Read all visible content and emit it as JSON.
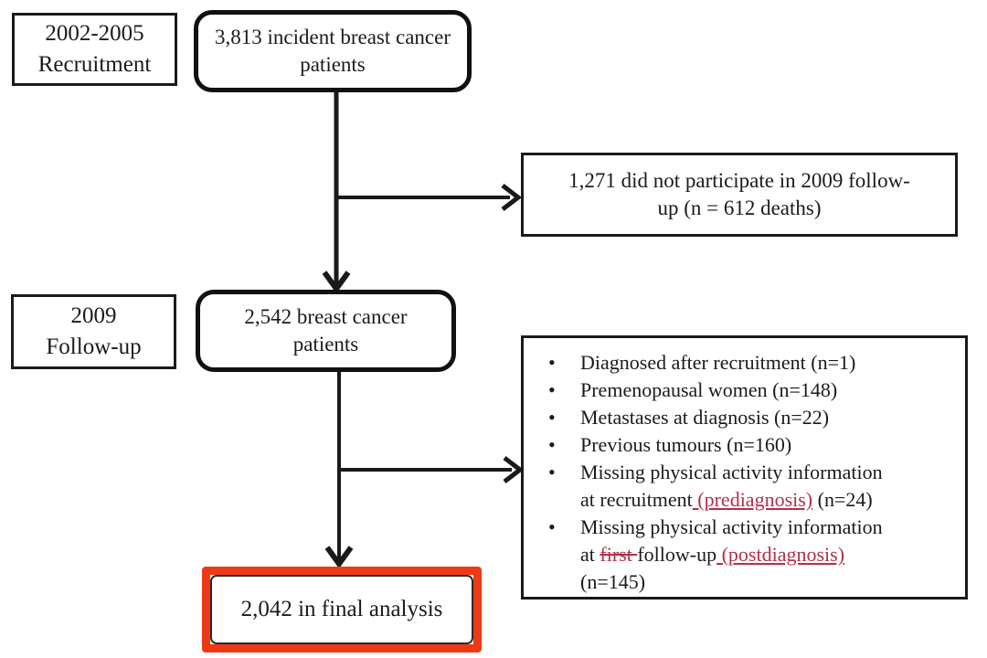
{
  "flowchart": {
    "stages": [
      {
        "label": "2002-2005\nRecruitment"
      },
      {
        "label": "2009\nFollow-up"
      }
    ],
    "nodes": {
      "recruited": "3,813 incident breast cancer patients",
      "excluded_followup": "1,271 did not participate in 2009 follow-\nup (n = 612 deaths)",
      "followup": "2,542 breast cancer patients",
      "final": "2,042 in final analysis"
    },
    "exclusion_list": {
      "bullet_glyph": "•",
      "items": [
        {
          "segments": [
            {
              "t": "Diagnosed after recruitment (n=1)",
              "s": "normal"
            }
          ]
        },
        {
          "segments": [
            {
              "t": "Premenopausal women (n=148)",
              "s": "normal"
            }
          ]
        },
        {
          "segments": [
            {
              "t": "Metastases at diagnosis (n=22)",
              "s": "normal"
            }
          ]
        },
        {
          "segments": [
            {
              "t": "Previous tumours (n=160)",
              "s": "normal"
            }
          ]
        },
        {
          "segments": [
            {
              "t": "Missing physical activity information\nat recruitment",
              "s": "normal"
            },
            {
              "t": " (prediagnosis)",
              "s": "ins"
            },
            {
              "t": " (n=24)",
              "s": "normal"
            }
          ]
        },
        {
          "segments": [
            {
              "t": "Missing physical activity information\nat ",
              "s": "normal"
            },
            {
              "t": "first ",
              "s": "del"
            },
            {
              "t": "follow-up",
              "s": "normal"
            },
            {
              "t": " (postdiagnosis)",
              "s": "ins"
            },
            {
              "t": "\n(n=145)",
              "s": "normal"
            }
          ]
        }
      ]
    },
    "colors": {
      "line": "#1a1a1a",
      "box_border": "#1a1a1a",
      "annotation_red": "#b23048",
      "highlight_border": "#ee3916",
      "background": "#ffffff"
    }
  }
}
